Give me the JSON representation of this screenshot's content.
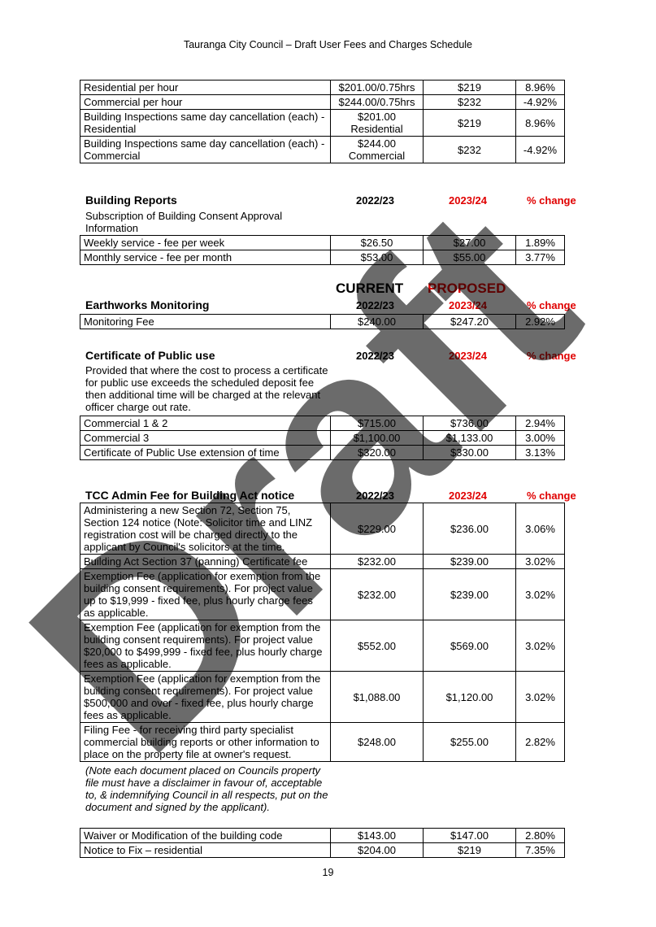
{
  "header": {
    "title": "Tauranga City Council – Draft User Fees and Charges Schedule"
  },
  "watermark": {
    "text": "Draft",
    "color": "#000000"
  },
  "colors": {
    "proposed": "#e00000"
  },
  "table_top": {
    "rows": [
      [
        "Residential per hour",
        "$201.00/0.75hrs",
        "$219",
        "8.96%"
      ],
      [
        "Commercial per hour",
        "$244.00/0.75hrs",
        "$232",
        "-4.92%"
      ],
      [
        "Building Inspections same day cancellation (each) - Residential",
        "$201.00 Residential",
        "$219",
        "8.96%"
      ],
      [
        "Building Inspections same day cancellation (each) - Commercial",
        "$244.00 Commercial",
        "$232",
        "-4.92%"
      ]
    ]
  },
  "building_reports": {
    "title": "Building Reports",
    "year_current": "2022/23",
    "year_proposed": "2023/24",
    "pct": "% change",
    "subtitle": "Subscription of Building Consent Approval Information",
    "rows": [
      [
        "Weekly service - fee per week",
        "$26.50",
        "$27.00",
        "1.89%"
      ],
      [
        "Monthly service - fee per month",
        "$53.00",
        "$55.00",
        "3.77%"
      ]
    ]
  },
  "earthworks": {
    "current_label": "CURRENT",
    "proposed_label": "PROPOSED",
    "title": "Earthworks Monitoring",
    "year_current": "2022/23",
    "year_proposed": "2023/24",
    "pct": "% change",
    "rows": [
      [
        "Monitoring Fee",
        "$240.00",
        "$247.20",
        "2.92%"
      ]
    ]
  },
  "public_use": {
    "title": "Certificate of Public use",
    "year_current": "2022/23",
    "year_proposed": "2023/24",
    "pct": "% change",
    "description": "Provided that where the cost to process a certificate for public use exceeds the scheduled deposit fee then additional time will be charged at the relevant officer charge out rate.",
    "rows": [
      [
        "Commercial 1 & 2",
        "$715.00",
        "$736.00",
        "2.94%"
      ],
      [
        "Commercial 3",
        "$1,100.00",
        "$1,133.00",
        "3.00%"
      ],
      [
        "Certificate of Public Use extension of time",
        "$320.00",
        "$330.00",
        "3.13%"
      ]
    ]
  },
  "admin_fee": {
    "title": "TCC Admin Fee for Building Act notice",
    "year_current": "2022/23",
    "year_proposed": "2023/24",
    "pct": "% change",
    "rows": [
      [
        "Administering a new Section 72, Section 75, Section 124 notice (Note: Solicitor time and LINZ registration cost will be charged directly to the applicant by Council's solicitors at the time.",
        "$229.00",
        "$236.00",
        "3.06%"
      ],
      [
        "Building Act Section 37 (panning) Certificate fee",
        "$232.00",
        "$239.00",
        "3.02%"
      ],
      [
        "Exemption Fee (application for exemption from the building consent requirements). For project value up to $19,999 - fixed fee, plus hourly charge fees as applicable.",
        "$232.00",
        "$239.00",
        "3.02%"
      ],
      [
        "Exemption Fee (application for exemption from the building consent requirements). For project value $20,000 to $499,999 - fixed fee, plus hourly charge fees as applicable.",
        "$552.00",
        "$569.00",
        "3.02%"
      ],
      [
        "Exemption Fee (application for exemption from the building consent requirements). For project value $500,000 and over - fixed fee, plus hourly charge fees as applicable.",
        "$1,088.00",
        "$1,120.00",
        "3.02%"
      ],
      [
        "Filing Fee - for receiving third party specialist commercial building reports or other information to place on the property file at owner's request.",
        "$248.00",
        "$255.00",
        "2.82%"
      ]
    ],
    "note": "(Note each document placed on Councils property file must have a disclaimer in favour of, acceptable to, & indemnifying Council in all respects, put on the document and signed by the applicant).",
    "rows2": [
      [
        "Waiver or Modification of the building code",
        "$143.00",
        "$147.00",
        "2.80%"
      ],
      [
        "Notice to Fix – residential",
        "$204.00",
        "$219",
        "7.35%"
      ]
    ]
  },
  "footer": {
    "page": "19"
  }
}
